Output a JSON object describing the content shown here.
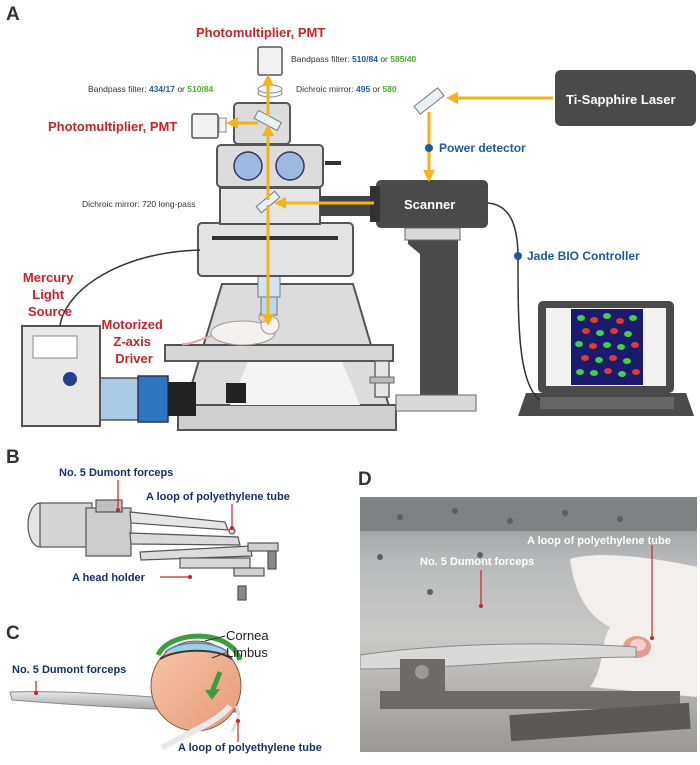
{
  "panels": {
    "a": "A",
    "b": "B",
    "c": "C",
    "d": "D"
  },
  "panel_a": {
    "pmt_top": "Photomultiplier, PMT",
    "pmt_left": "Photomultiplier, PMT",
    "bandpass_top": {
      "label": "Bandpass filter: ",
      "v1": "510/84",
      "or": " or ",
      "v2": "585/40"
    },
    "bandpass_left": {
      "label": "Bandpass filter: ",
      "v1": "434/17",
      "or": " or ",
      "v2": "510/84"
    },
    "dichroic_top": {
      "label": "Dichroic mirror: ",
      "v1": "495",
      "or": " or ",
      "v2": "580"
    },
    "dichroic_mid": "Dichroic mirror: 720 long-pass",
    "laser": "Ti-Sapphire Laser",
    "power_detector": "Power detector",
    "scanner": "Scanner",
    "controller": "Jade BIO Controller",
    "mercury": [
      "Mercury",
      "Light",
      "Source"
    ],
    "motor": [
      "Motorized",
      "Z-axis",
      "Driver"
    ]
  },
  "panel_b": {
    "forceps": "No. 5 Dumont forceps",
    "loop": "A loop of polyethylene tube",
    "holder": "A head holder"
  },
  "panel_c": {
    "forceps": "No. 5 Dumont forceps",
    "cornea": "Cornea",
    "limbus": "Limbus",
    "loop": "A loop of polyethylene tube"
  },
  "panel_d": {
    "loop": "A loop of polyethylene tube",
    "forceps": "No. 5 Dumont forceps"
  },
  "colors": {
    "red": "#c8242b",
    "blue": "#1f5a9c",
    "green": "#4caf2c",
    "beam": "#f5b21b",
    "dark": "#4a4a4a"
  }
}
